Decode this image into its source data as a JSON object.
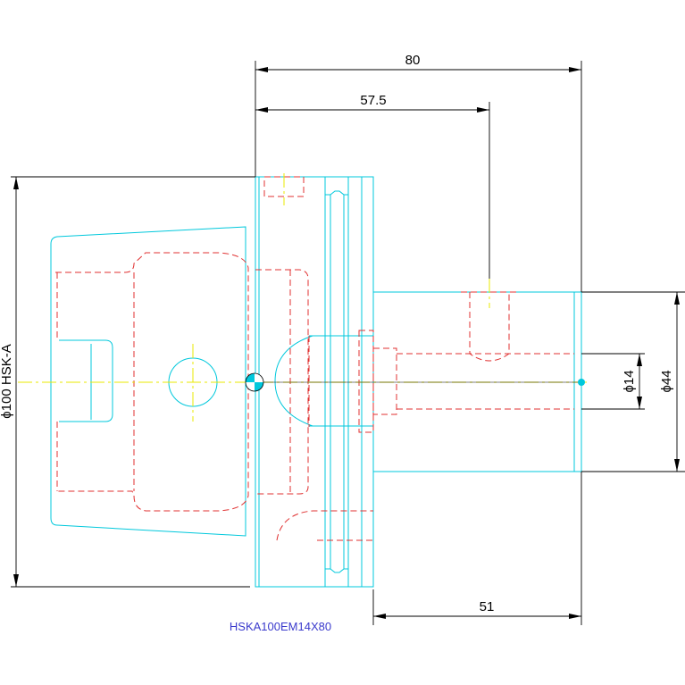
{
  "colors": {
    "background": "#ffffff",
    "outline": "#00c8dc",
    "hidden_line": "#e03030",
    "center_line": "#e8e800",
    "dimension": "#000000",
    "label": "#3a3acc"
  },
  "dimensions": {
    "overall_length": "80",
    "tool_length": "57.5",
    "shank_diameter_label": "ϕ100 HSK-A",
    "body_diameter": "ϕ44",
    "bore_diameter": "ϕ14",
    "body_length": "51"
  },
  "part_label": "HSKA100EM14X80"
}
